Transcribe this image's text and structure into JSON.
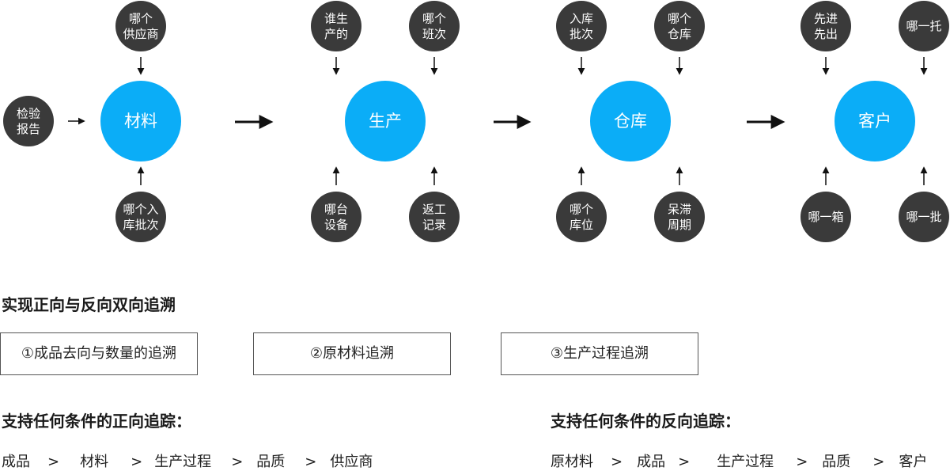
{
  "colors": {
    "main_node": "#0BADF7",
    "small_node": "#3a3a3a",
    "arrow": "#111111"
  },
  "flow": {
    "stages": [
      {
        "label": "材料",
        "top": [
          {
            "lines": [
              "哪个",
              "供应商"
            ]
          }
        ],
        "bottom": [
          {
            "lines": [
              "哪个入",
              "库批次"
            ]
          }
        ],
        "left": {
          "lines": [
            "检验",
            "报告"
          ]
        }
      },
      {
        "label": "生产",
        "top": [
          {
            "lines": [
              "谁生",
              "产的"
            ]
          },
          {
            "lines": [
              "哪个",
              "班次"
            ]
          }
        ],
        "bottom": [
          {
            "lines": [
              "哪台",
              "设备"
            ]
          },
          {
            "lines": [
              "返工",
              "记录"
            ]
          }
        ]
      },
      {
        "label": "仓库",
        "top": [
          {
            "lines": [
              "入库",
              "批次"
            ]
          },
          {
            "lines": [
              "哪个",
              "仓库"
            ]
          }
        ],
        "bottom": [
          {
            "lines": [
              "哪个",
              "库位"
            ]
          },
          {
            "lines": [
              "呆滞",
              "周期"
            ]
          }
        ]
      },
      {
        "label": "客户",
        "top": [
          {
            "lines": [
              "先进",
              "先出"
            ]
          },
          {
            "lines": [
              "哪一托"
            ]
          }
        ],
        "bottom": [
          {
            "lines": [
              "哪一箱"
            ]
          },
          {
            "lines": [
              "哪一批"
            ]
          }
        ]
      }
    ]
  },
  "heading": "实现正向与反向双向追溯",
  "boxes": [
    "①成品去向与数量的追溯",
    "②原材料追溯",
    "③生产过程追溯"
  ],
  "forward": {
    "title": "支持任何条件的正向追踪：",
    "chain": [
      "成品",
      ">",
      "材料",
      ">",
      "生产过程",
      ">",
      "品质",
      ">",
      "供应商"
    ]
  },
  "backward": {
    "title": "支持任何条件的反向追踪：",
    "chain": [
      "原材料",
      ">",
      "成品",
      ">",
      "生产过程",
      ">",
      "品质",
      ">",
      "客户"
    ]
  }
}
